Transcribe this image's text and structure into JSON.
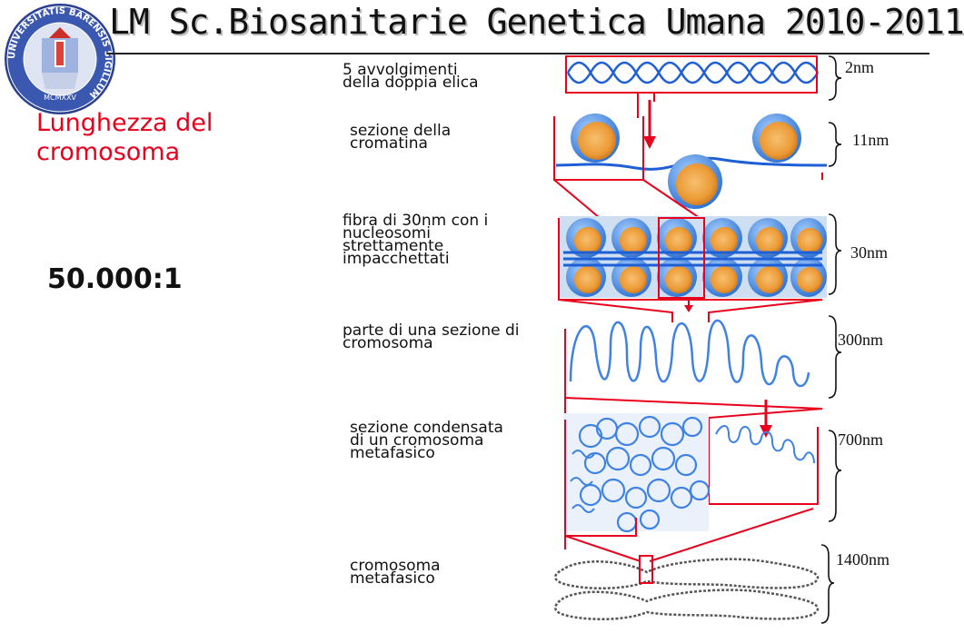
{
  "header": {
    "title": "LM Sc.Biosanitarie Genetica Umana 2010-2011"
  },
  "sidebar": {
    "subtitle_line1": "Lunghezza del",
    "subtitle_line2": "cromosoma",
    "ratio": "50.000:1"
  },
  "logo": {
    "ring_text": "UNIVERSITATIS BARENSIS SIGILLUM",
    "year": "MCMXXV"
  },
  "levels": [
    {
      "label": "5 avvolgimenti\ndella doppia elica",
      "size": "2nm"
    },
    {
      "label": "sezione della\ncromatina",
      "size": "11nm"
    },
    {
      "label": "fibra di 30nm con i\nnucleosomi\nstrettamente\nimpacchettati",
      "size": "30nm"
    },
    {
      "label": "parte di una sezione di\ncromosoma",
      "size": "300nm"
    },
    {
      "label": "sezione condensata\ndi un cromosoma\nmetafasico",
      "size": "700nm"
    },
    {
      "label": "cromosoma\nmetafasico",
      "size": "1400nm"
    }
  ],
  "colors": {
    "accent_red": "#e8001c",
    "dna_blue": "#1f5fd6",
    "bead_orange": "#f0a042"
  }
}
